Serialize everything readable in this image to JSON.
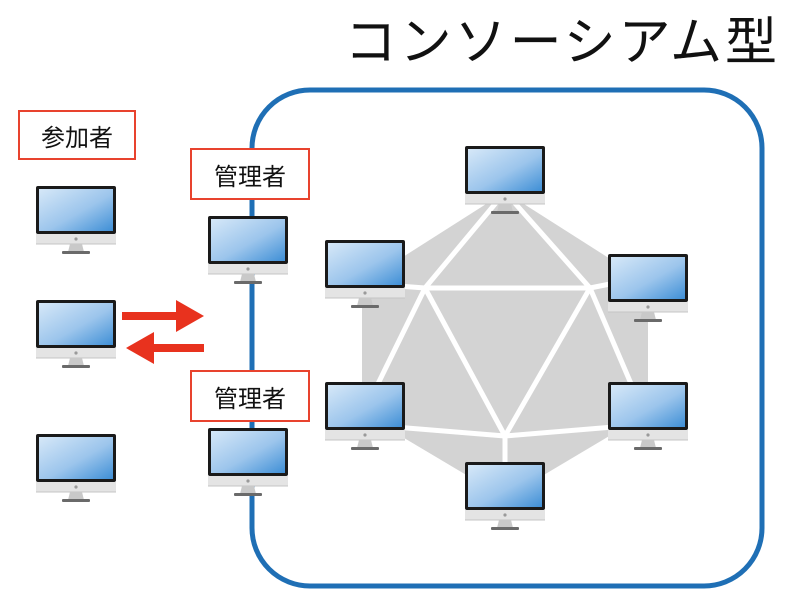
{
  "title": "コンソーシアム型",
  "labels": {
    "participant": "参加者",
    "admin_top": "管理者",
    "admin_bottom": "管理者"
  },
  "icons": {
    "computer": "desktop-monitor-icon",
    "arrow_right": "arrow-right-icon",
    "arrow_left": "arrow-left-icon"
  },
  "colors": {
    "border": "#1f6fb5",
    "label_border": "#e8432e",
    "arrow": "#e8321e",
    "network_fill": "#d3d3d3",
    "network_lines": "#ffffff",
    "screen_light": "#d6e8f8",
    "screen_dark": "#3f8fd6",
    "bezel": "#1a1a1a"
  }
}
